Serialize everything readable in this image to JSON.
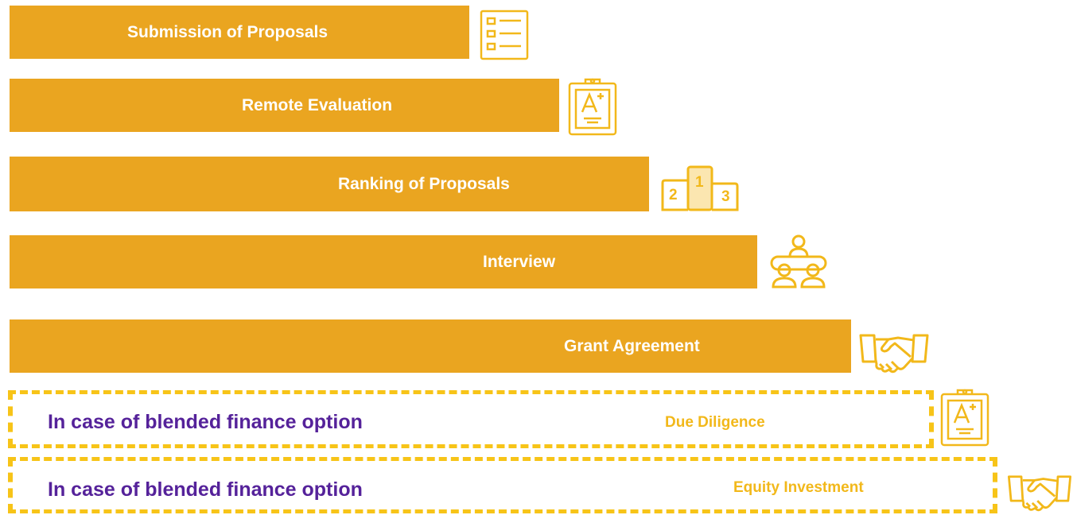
{
  "steps": [
    {
      "label": "Submission of Proposals",
      "icon": "list-icon"
    },
    {
      "label": "Remote Evaluation",
      "icon": "clipboard-grade-icon"
    },
    {
      "label": "Ranking of Proposals",
      "icon": "podium-icon"
    },
    {
      "label": "Interview",
      "icon": "meeting-icon"
    },
    {
      "label": "Grant Agreement",
      "icon": "handshake-icon"
    }
  ],
  "options": [
    {
      "note": "In case of blended finance option",
      "label": "Due Diligence",
      "icon": "clipboard-grade-icon"
    },
    {
      "note": "In case of blended finance option",
      "label": "Equity Investment",
      "icon": "handshake-icon"
    }
  ],
  "podium_numbers": [
    "2",
    "1",
    "3"
  ],
  "colors": {
    "bar": "#eaa520",
    "icon_stroke": "#f2b81a",
    "dashed_border": "#f7c418",
    "note_text": "#55229a",
    "option_text": "#f2b81a"
  }
}
